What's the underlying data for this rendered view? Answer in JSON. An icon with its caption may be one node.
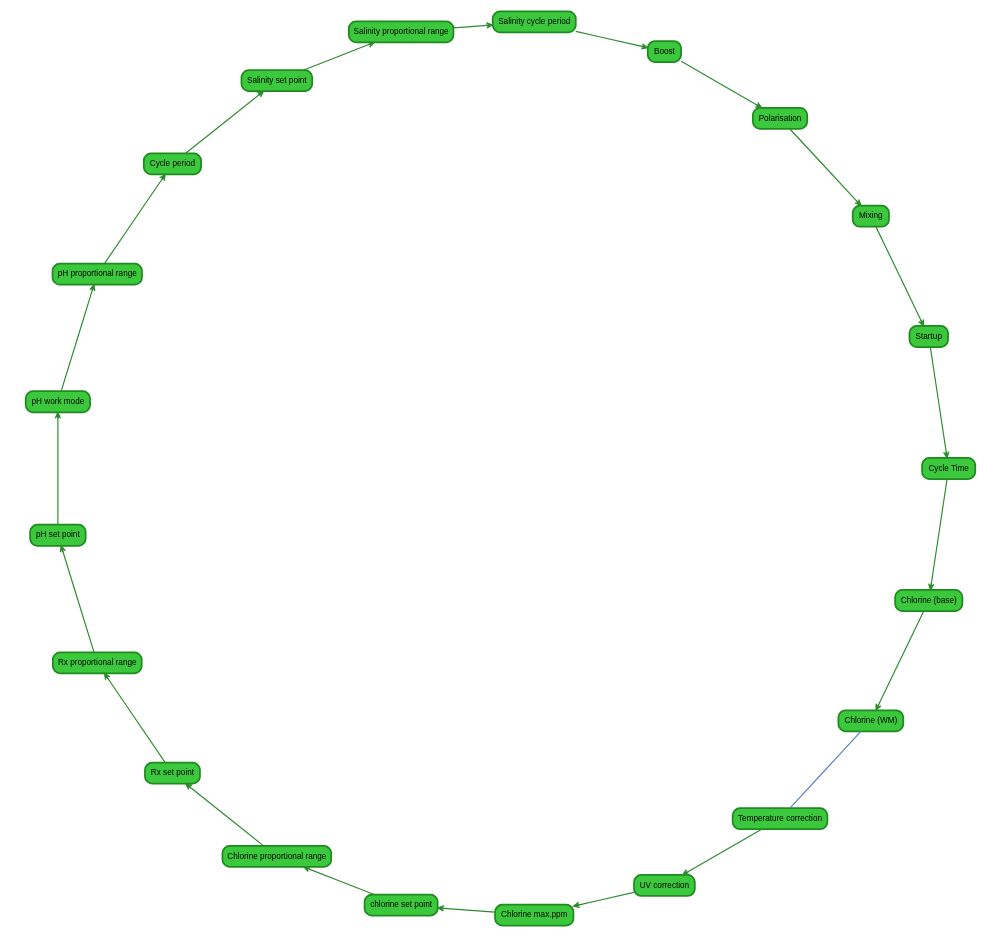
{
  "diagram": {
    "nodes": [
      {
        "text": [
          "Chlorine (base)"
        ]
      },
      {
        "text": [
          "Chlorine (WM)"
        ]
      },
      {
        "text": [
          "Temperature correction"
        ]
      },
      {
        "text": [
          "UV correction"
        ]
      },
      {
        "text": [
          "Chlorine max.ppm"
        ]
      },
      {
        "text": [
          "chlorine set point"
        ]
      },
      {
        "text": [
          "Chlorine proportional range"
        ]
      },
      {
        "text": [
          "Rx set point"
        ]
      },
      {
        "text": [
          "Rx proportional range"
        ]
      },
      {
        "text": [
          "pH set point"
        ]
      },
      {
        "text": [
          "pH work mode"
        ]
      },
      {
        "text": [
          "pH proportional range"
        ]
      },
      {
        "text": [
          "Cycle period"
        ]
      },
      {
        "text": [
          "Salinity set point"
        ]
      },
      {
        "text": [
          "Salinity proportional range"
        ]
      },
      {
        "text": [
          "Salinity cycle period"
        ]
      },
      {
        "text": [
          "Boost"
        ]
      },
      {
        "text": [
          "Polarisation"
        ]
      },
      {
        "text": [
          "Mixing"
        ]
      },
      {
        "text": [
          "Startup"
        ]
      },
      {
        "text": [
          "Cycle Time"
        ]
      }
    ],
    "edges": [
      {
        "from": 0,
        "to": 1,
        "arrow": "to"
      },
      {
        "from": 1,
        "to": 2,
        "arrow": "none",
        "color": "#5b82c4"
      },
      {
        "from": 2,
        "to": 3,
        "arrow": "to"
      },
      {
        "from": 3,
        "to": 4,
        "arrow": "to"
      },
      {
        "from": 4,
        "to": 5,
        "arrow": "to"
      },
      {
        "from": 5,
        "to": 6,
        "arrow": "to"
      },
      {
        "from": 6,
        "to": 7,
        "arrow": "to"
      },
      {
        "from": 7,
        "to": 8,
        "arrow": "to"
      },
      {
        "from": 8,
        "to": 9,
        "arrow": "to"
      },
      {
        "from": 9,
        "to": 10,
        "arrow": "to"
      },
      {
        "from": 10,
        "to": 11,
        "arrow": "to"
      },
      {
        "from": 11,
        "to": 12,
        "arrow": "to"
      },
      {
        "from": 12,
        "to": 13,
        "arrow": "to"
      },
      {
        "from": 13,
        "to": 14,
        "arrow": "to"
      },
      {
        "from": 14,
        "to": 15,
        "arrow": "to"
      },
      {
        "from": 15,
        "to": 16,
        "arrow": "to"
      },
      {
        "from": 16,
        "to": 17,
        "arrow": "to"
      },
      {
        "from": 17,
        "to": 18,
        "arrow": "to"
      },
      {
        "from": 18,
        "to": 19,
        "arrow": "to"
      },
      {
        "from": 19,
        "to": 20,
        "arrow": "to"
      },
      {
        "from": 20,
        "to": 0,
        "arrow": "to"
      }
    ]
  }
}
